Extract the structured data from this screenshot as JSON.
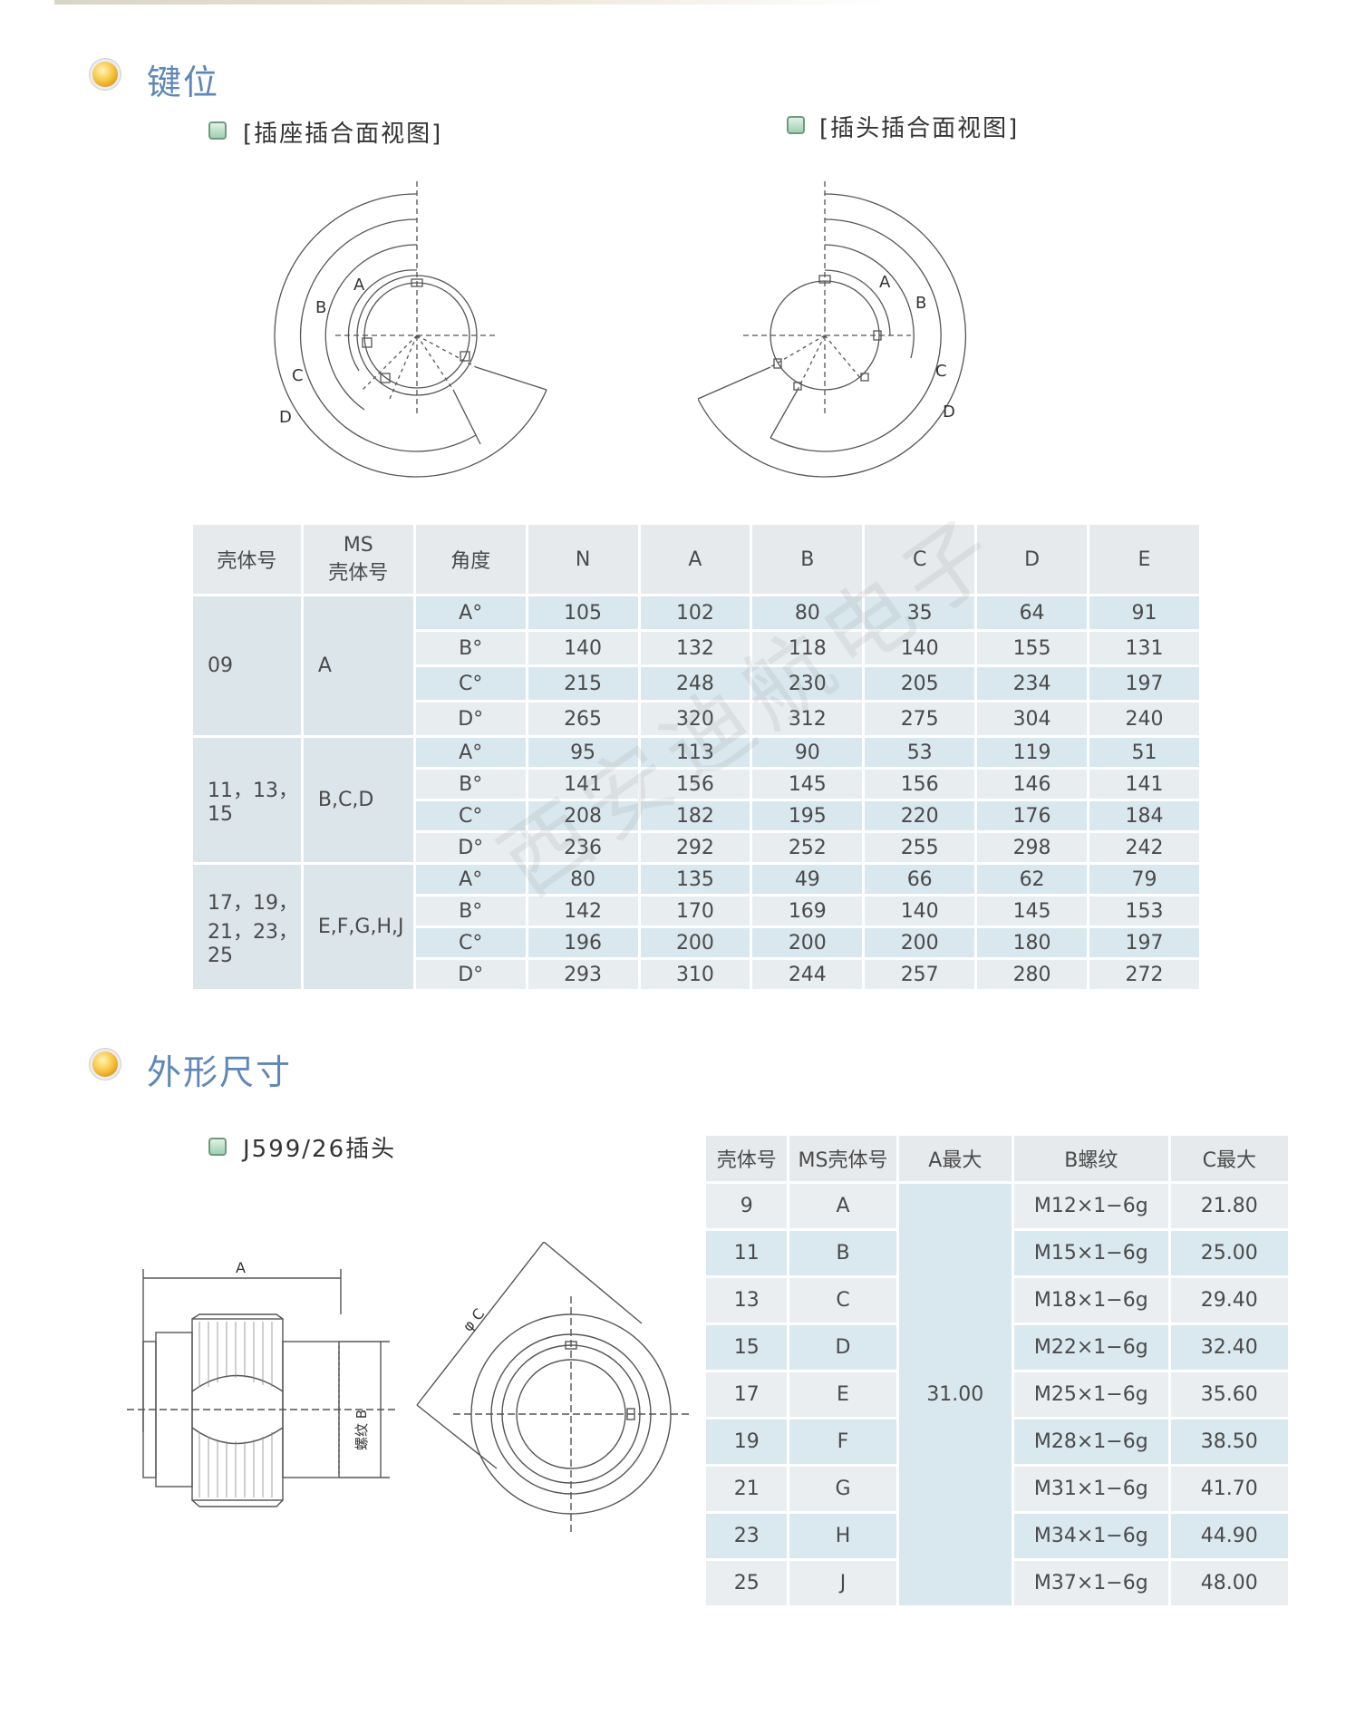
{
  "section1": {
    "title": "键位",
    "left_view": "[插座插合面视图]",
    "right_view": "[插头插合面视图]"
  },
  "diagram_labels": {
    "a": "A",
    "b": "B",
    "c": "C",
    "d": "D"
  },
  "key_table": {
    "headers": [
      "壳体号",
      "MS",
      "壳体号",
      "角度",
      "N",
      "A",
      "B",
      "C",
      "D",
      "E"
    ],
    "groups": [
      {
        "shell": "09",
        "ms": "A",
        "rows": [
          {
            "angle": "A°",
            "vals": [
              "105",
              "102",
              "80",
              "35",
              "64",
              "91"
            ]
          },
          {
            "angle": "B°",
            "vals": [
              "140",
              "132",
              "118",
              "140",
              "155",
              "131"
            ]
          },
          {
            "angle": "C°",
            "vals": [
              "215",
              "248",
              "230",
              "205",
              "234",
              "197"
            ]
          },
          {
            "angle": "D°",
            "vals": [
              "265",
              "320",
              "312",
              "275",
              "304",
              "240"
            ]
          }
        ]
      },
      {
        "shell": "11，13，15",
        "ms": "B,C,D",
        "rows": [
          {
            "angle": "A°",
            "vals": [
              "95",
              "113",
              "90",
              "53",
              "119",
              "51"
            ]
          },
          {
            "angle": "B°",
            "vals": [
              "141",
              "156",
              "145",
              "156",
              "146",
              "141"
            ]
          },
          {
            "angle": "C°",
            "vals": [
              "208",
              "182",
              "195",
              "220",
              "176",
              "184"
            ]
          },
          {
            "angle": "D°",
            "vals": [
              "236",
              "292",
              "252",
              "255",
              "298",
              "242"
            ]
          }
        ]
      },
      {
        "shell": "17，19，21，23，25",
        "ms": "E,F,G,H,J",
        "rows": [
          {
            "angle": "A°",
            "vals": [
              "80",
              "135",
              "49",
              "66",
              "62",
              "79"
            ]
          },
          {
            "angle": "B°",
            "vals": [
              "142",
              "170",
              "169",
              "140",
              "145",
              "153"
            ]
          },
          {
            "angle": "C°",
            "vals": [
              "196",
              "200",
              "200",
              "200",
              "180",
              "197"
            ]
          },
          {
            "angle": "D°",
            "vals": [
              "293",
              "310",
              "244",
              "257",
              "280",
              "272"
            ]
          }
        ]
      }
    ]
  },
  "section2": {
    "title": "外形尺寸",
    "sub": "J599/26插头"
  },
  "drawing_labels": {
    "a": "A",
    "b": "螺纹 B",
    "c": "φ C"
  },
  "dim_table": {
    "headers": [
      "壳体号",
      "MS壳体号",
      "A最大",
      "B螺纹",
      "C最大"
    ],
    "a_max": "31.00",
    "rows": [
      {
        "shell": "9",
        "ms": "A",
        "thread": "M12×1−6g",
        "cmax": "21.80"
      },
      {
        "shell": "11",
        "ms": "B",
        "thread": "M15×1−6g",
        "cmax": "25.00"
      },
      {
        "shell": "13",
        "ms": "C",
        "thread": "M18×1−6g",
        "cmax": "29.40"
      },
      {
        "shell": "15",
        "ms": "D",
        "thread": "M22×1−6g",
        "cmax": "32.40"
      },
      {
        "shell": "17",
        "ms": "E",
        "thread": "M25×1−6g",
        "cmax": "35.60"
      },
      {
        "shell": "19",
        "ms": "F",
        "thread": "M28×1−6g",
        "cmax": "38.50"
      },
      {
        "shell": "21",
        "ms": "G",
        "thread": "M31×1−6g",
        "cmax": "41.70"
      },
      {
        "shell": "23",
        "ms": "H",
        "thread": "M34×1−6g",
        "cmax": "44.90"
      },
      {
        "shell": "25",
        "ms": "J",
        "thread": "M37×1−6g",
        "cmax": "48.00"
      }
    ]
  },
  "watermark": "西安迪航电子"
}
